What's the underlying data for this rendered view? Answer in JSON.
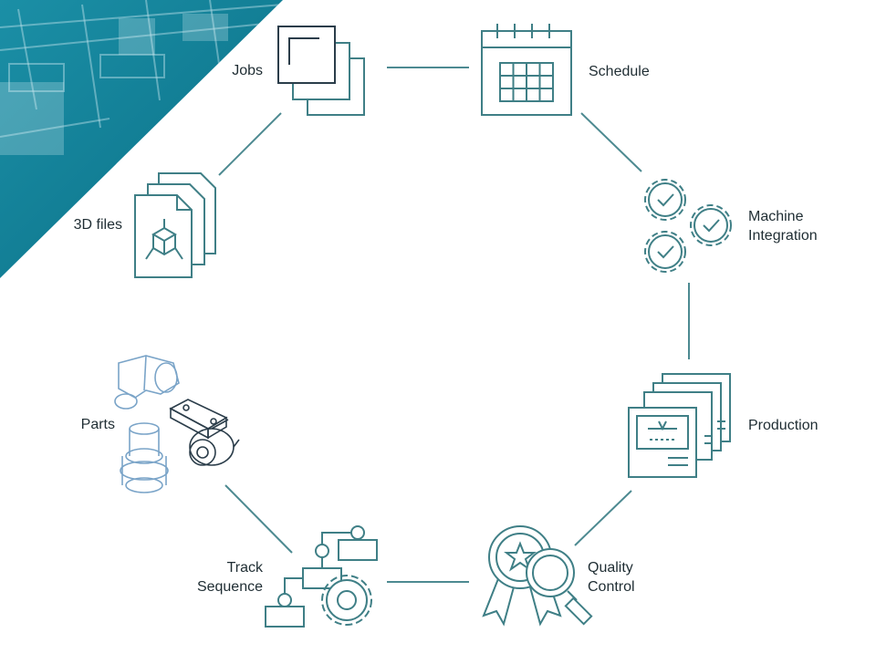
{
  "colors": {
    "icon_stroke": "#3f7f86",
    "icon_dark": "#2b3d4a",
    "parts_stroke": "#7aa4c8",
    "connector": "#4d8a91",
    "corner_bg": "#0f7c94",
    "label_text": "#1f2d33"
  },
  "nodes": [
    {
      "id": "jobs",
      "label": "Jobs",
      "icon": "stacked-pages-icon"
    },
    {
      "id": "schedule",
      "label": "Schedule",
      "icon": "calendar-icon"
    },
    {
      "id": "machine",
      "label_lines": [
        "Machine",
        "Integration"
      ],
      "icon": "gears-check-icon"
    },
    {
      "id": "production",
      "label": "Production",
      "icon": "machine-screens-icon"
    },
    {
      "id": "quality",
      "label_lines": [
        "Quality",
        "Control"
      ],
      "icon": "award-magnifier-icon"
    },
    {
      "id": "track",
      "label_lines": [
        "Track",
        "Sequence"
      ],
      "icon": "flowchart-gear-icon"
    },
    {
      "id": "parts",
      "label": "Parts",
      "icon": "mechanical-parts-icon"
    },
    {
      "id": "files",
      "label": "3D files",
      "icon": "3d-file-stack-icon"
    }
  ],
  "decor": {
    "corner_image": "factory-photo-corner"
  }
}
